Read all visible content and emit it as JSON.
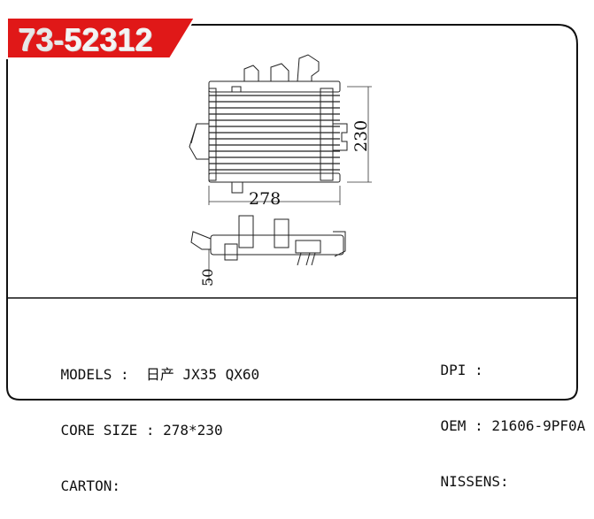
{
  "badge": {
    "part1": "73-",
    "part2": "52312"
  },
  "drawing": {
    "width_dim": "278",
    "height_dim": "230",
    "depth_dim": "50"
  },
  "specs_left": {
    "models_label": "MODELS :",
    "models_value": "日产 JX35 QX60",
    "core_label": "CORE SIZE :",
    "core_value": "278*230",
    "carton_label": "CARTON:"
  },
  "specs_right": {
    "dpi_label": "DPI :",
    "oem_label": "OEM :",
    "oem_value": "21606-9PF0A",
    "nissens_label": "NISSENS:"
  }
}
